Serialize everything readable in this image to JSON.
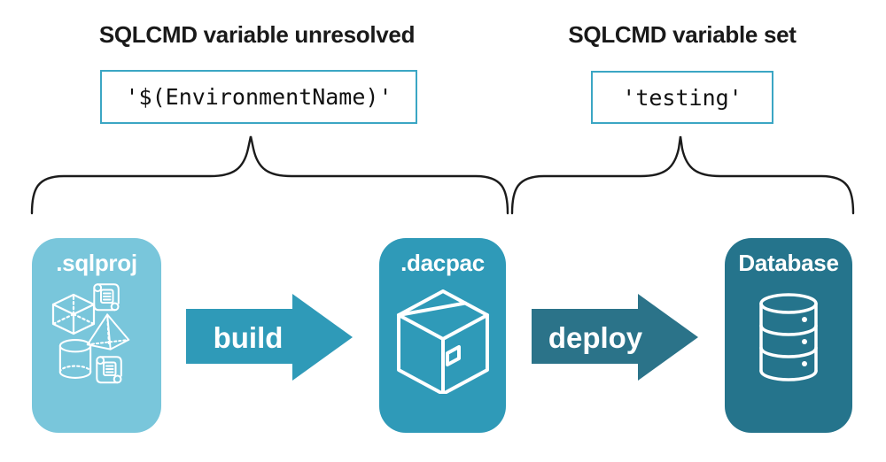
{
  "title_annotations": {
    "left": {
      "heading": "SQLCMD variable unresolved",
      "code": "'$(EnvironmentName)'"
    },
    "right": {
      "heading": "SQLCMD variable set",
      "code": "'testing'"
    }
  },
  "pipeline": {
    "nodes": [
      {
        "id": "sqlproj",
        "label": ".sqlproj",
        "icons": [
          "sql-script-icon",
          "cube-icon",
          "pyramid-icon",
          "cylinder-icon",
          "sql-script-icon"
        ]
      },
      {
        "id": "dacpac",
        "label": ".dacpac",
        "icons": [
          "package-icon"
        ]
      },
      {
        "id": "database",
        "label": "Database",
        "icons": [
          "database-icon"
        ]
      }
    ],
    "arrows": [
      {
        "label": "build"
      },
      {
        "label": "deploy"
      }
    ]
  },
  "colors": {
    "sqlproj_fill": "#79C6DB",
    "dacpac_fill": "#2F9AB8",
    "database_fill": "#25748C",
    "build_arrow_fill": "#2F9AB8",
    "deploy_arrow_fill": "#2B7389",
    "code_box_border": "#3BA6C4",
    "heading_text": "#191919",
    "brace_stroke": "#1B1B1B",
    "icon_stroke": "#FFFFFF"
  }
}
